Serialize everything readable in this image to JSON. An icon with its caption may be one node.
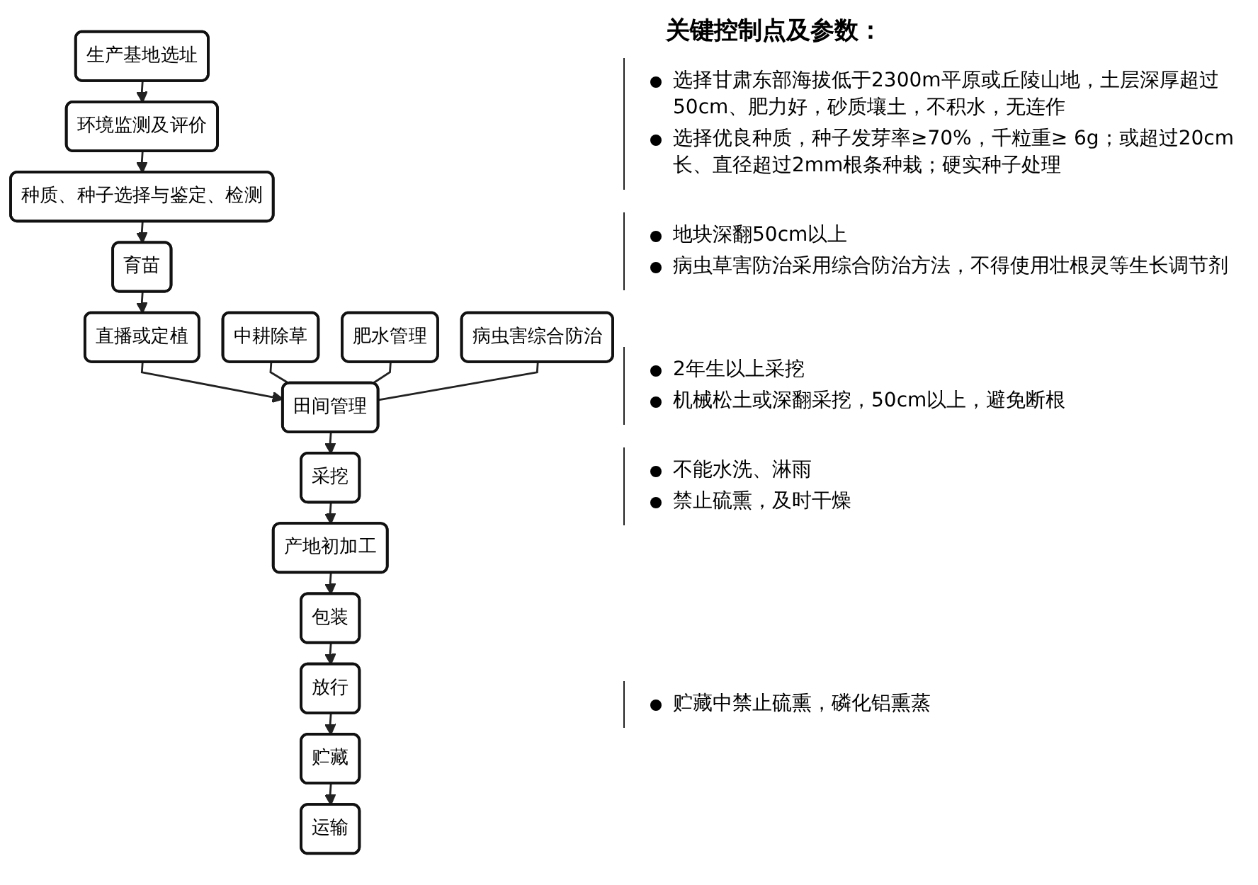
{
  "diagram": {
    "title": "关键控制点及参数：",
    "nodes": [
      {
        "text": [
          "生产基地选址"
        ]
      },
      {
        "text": [
          "环境监测及评价"
        ]
      },
      {
        "text": [
          "种质、种子选择与鉴定、检测"
        ]
      },
      {
        "text": [
          "育苗"
        ]
      },
      {
        "text": [
          "直播或定植"
        ]
      },
      {
        "text": [
          "田间管理"
        ]
      },
      {
        "text": [
          "采挖"
        ]
      },
      {
        "text": [
          "产地初加工"
        ]
      },
      {
        "text": [
          "包装"
        ]
      },
      {
        "text": [
          "放行"
        ]
      },
      {
        "text": [
          "贮藏"
        ]
      },
      {
        "text": [
          "运输"
        ]
      },
      {
        "text": [
          "中耕除草"
        ]
      },
      {
        "text": [
          "肥水管理"
        ]
      },
      {
        "text": [
          "病虫害综合防治"
        ]
      }
    ],
    "edges": [
      {
        "from": 0,
        "to": 1,
        "arrow": "to"
      },
      {
        "from": 1,
        "to": 2,
        "arrow": "to"
      },
      {
        "from": 2,
        "to": 3,
        "arrow": "to"
      },
      {
        "from": 3,
        "to": 4,
        "arrow": "to"
      },
      {
        "from": 4,
        "to": 5,
        "arrow": "to"
      },
      {
        "from": 5,
        "to": 6,
        "arrow": "to"
      },
      {
        "from": 6,
        "to": 7,
        "arrow": "to"
      },
      {
        "from": 7,
        "to": 8,
        "arrow": "to"
      },
      {
        "from": 8,
        "to": 9,
        "arrow": "to"
      },
      {
        "from": 9,
        "to": 10,
        "arrow": "to"
      },
      {
        "from": 10,
        "to": 11,
        "arrow": "to"
      },
      {
        "from": 12,
        "to": 5,
        "arrow": "none"
      },
      {
        "from": 13,
        "to": 5,
        "arrow": "none"
      },
      {
        "from": 14,
        "to": 5,
        "arrow": "none"
      }
    ],
    "labels": [
      "选择甘肃东部海拔低于2300m平原或丘陵山地，土层深厚超过50cm、肥力好，砂质壤土，不积水，无连作",
      "选择优良种质，种子发芽率≥70%，千粒重≥ 6g；或超过20cm长、直径超过2mm根条种栽；硬实种子处理",
      "地块深翻50cm以上",
      "病虫草害防治采用综合防治方法，不得使用壮根灵等生长调节剂",
      "2年生以上采挖",
      "机械松土或深翻采挖，50cm以上，避免断根",
      "不能水洗、淋雨",
      "禁止硫熏，及时干燥",
      "贮藏中禁止硫熏，磷化铝熏蒸"
    ]
  }
}
